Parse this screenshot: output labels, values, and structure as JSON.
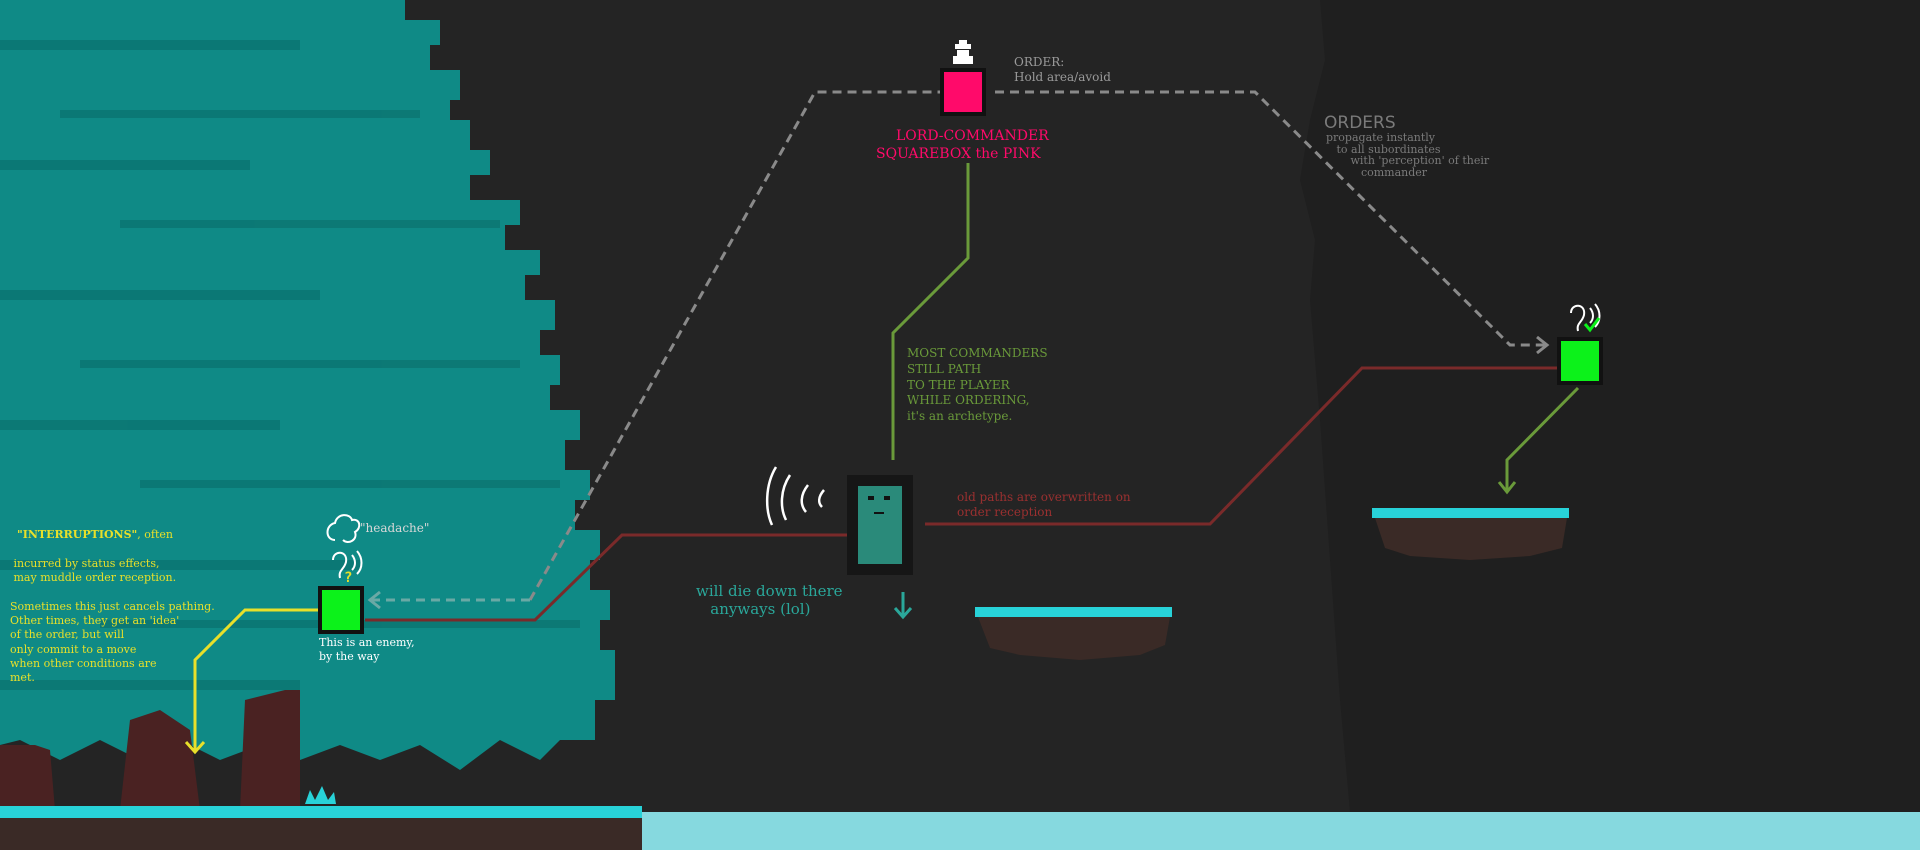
{
  "scene": {
    "colors": {
      "background": "#242424",
      "cliff": "#202020",
      "forest": "#0f8a86",
      "forest_dark": "#0b6f6c",
      "ground_top": "#28d2d8",
      "ground_soil": "#3a2a26",
      "water": "#86d9df",
      "subordinate": "#0cf21a",
      "commander": "#ff0a6a",
      "old_path": "#7a2a2a",
      "order_path": "#8a8a8a",
      "green_path": "#6a9a3a",
      "yellow_note": "#e8e02a",
      "teal_note": "#2aa79a"
    }
  },
  "commander": {
    "name_line1": "LORD-COMMANDER",
    "name_line2": "SQUAREBOX the PINK",
    "icon": "commander-hat-icon",
    "order_label": "ORDER:",
    "order_value": "Hold area/avoid"
  },
  "orders_note": {
    "title": "ORDERS",
    "body": "propagate instantly\n   to all subordinates\n       with 'perception' of their\n          commander"
  },
  "archetype_note": {
    "text": "MOST COMMANDERS\nSTILL PATH\nTO THE PLAYER\nWHILE ORDERING,\nit's an archetype."
  },
  "enemy_center": {
    "fade_note": "will die down there\n   anyways (lol)",
    "path_note": "old paths are overwritten on\norder reception"
  },
  "enemy_left": {
    "status_icons": [
      "confused-ear-icon",
      "question-mark-icon"
    ],
    "headache_label": "\"headache\"",
    "caption": "This is an enemy,\nby the way"
  },
  "enemy_right": {
    "status_icons": [
      "ear-icon",
      "checkmark-icon"
    ]
  },
  "interruptions_note": {
    "keyword": "\"INTERRUPTIONS\"",
    "line1_rest": ", often",
    "body": " incurred by status effects,\n may muddle order reception.\n\nSometimes this just cancels pathing.\nOther times, they get an 'idea'\nof the order, but will\nonly commit to a move\nwhen other conditions are\nmet."
  }
}
